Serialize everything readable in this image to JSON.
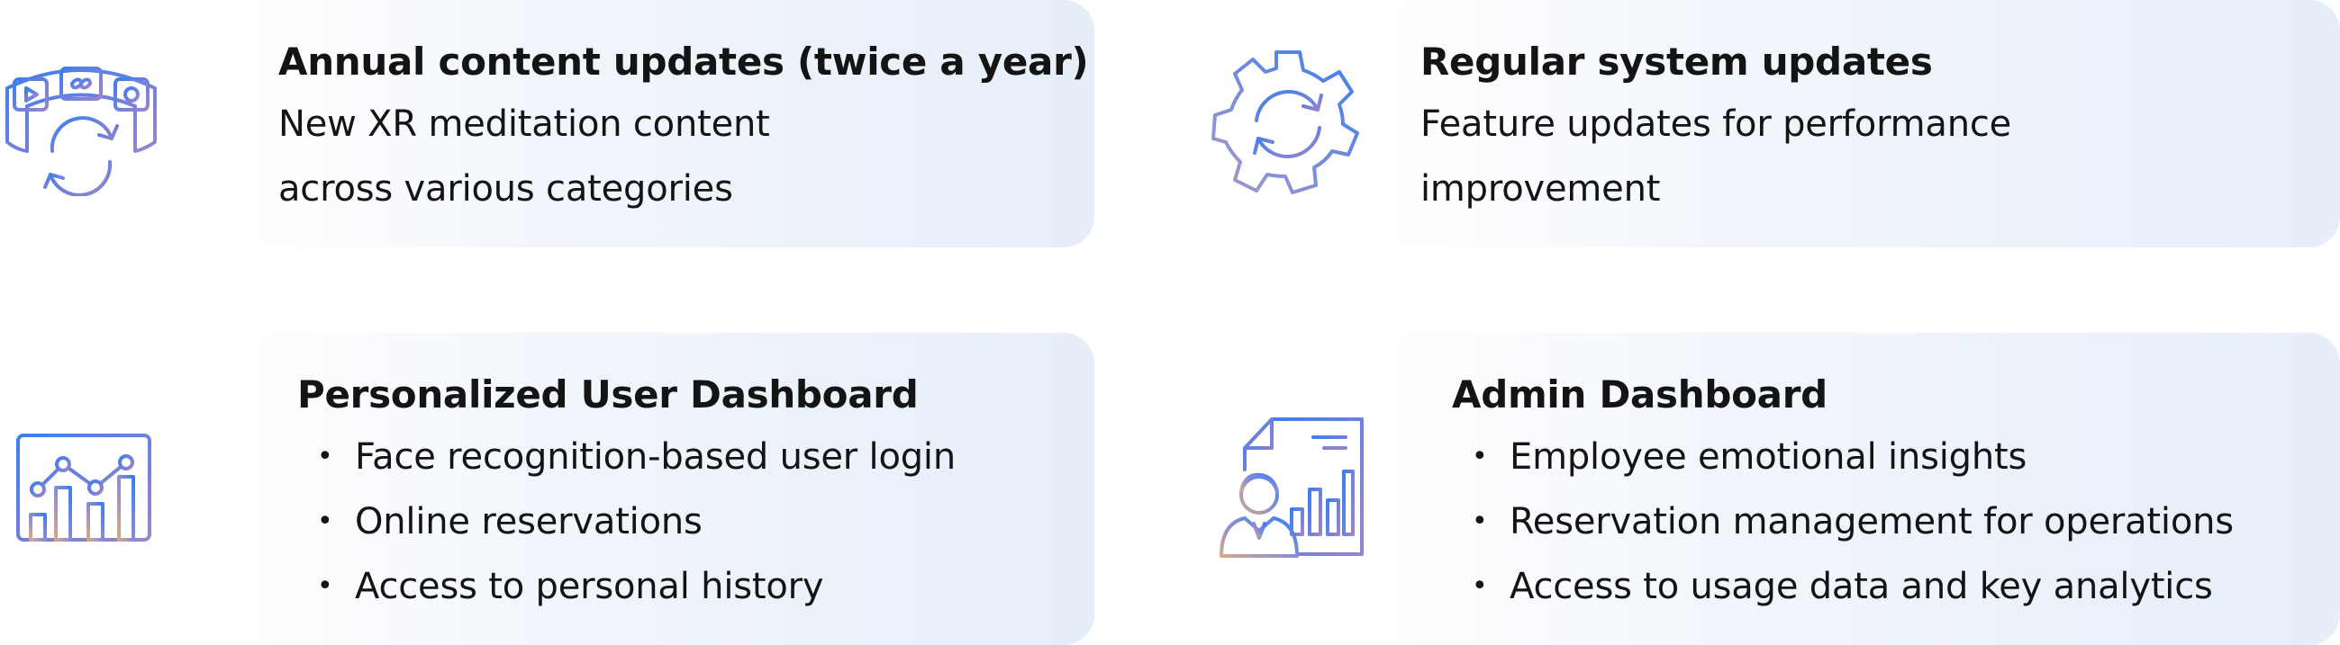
{
  "colors": {
    "icon_gradient_start": "#3d7ef0",
    "icon_gradient_end": "#9b84c9",
    "icon_warm": "#d6a88a",
    "card_tint": "#e6eef9",
    "text": "#141414"
  },
  "cards": [
    {
      "icon": "content-update-icon",
      "title": "Annual content updates (twice a year)",
      "lines": [
        "New XR meditation content",
        "across various categories"
      ]
    },
    {
      "icon": "gear-refresh-icon",
      "title": "Regular system updates",
      "lines": [
        "Feature updates for performance",
        "improvement"
      ]
    },
    {
      "icon": "analytics-chart-icon",
      "title": "Personalized User Dashboard",
      "bullets": [
        "Face recognition-based user login",
        "Online reservations",
        "Access to personal history"
      ]
    },
    {
      "icon": "admin-report-icon",
      "title": "Admin Dashboard",
      "bullets": [
        "Employee emotional insights",
        "Reservation management for operations",
        "Access to usage data and key analytics"
      ]
    }
  ]
}
